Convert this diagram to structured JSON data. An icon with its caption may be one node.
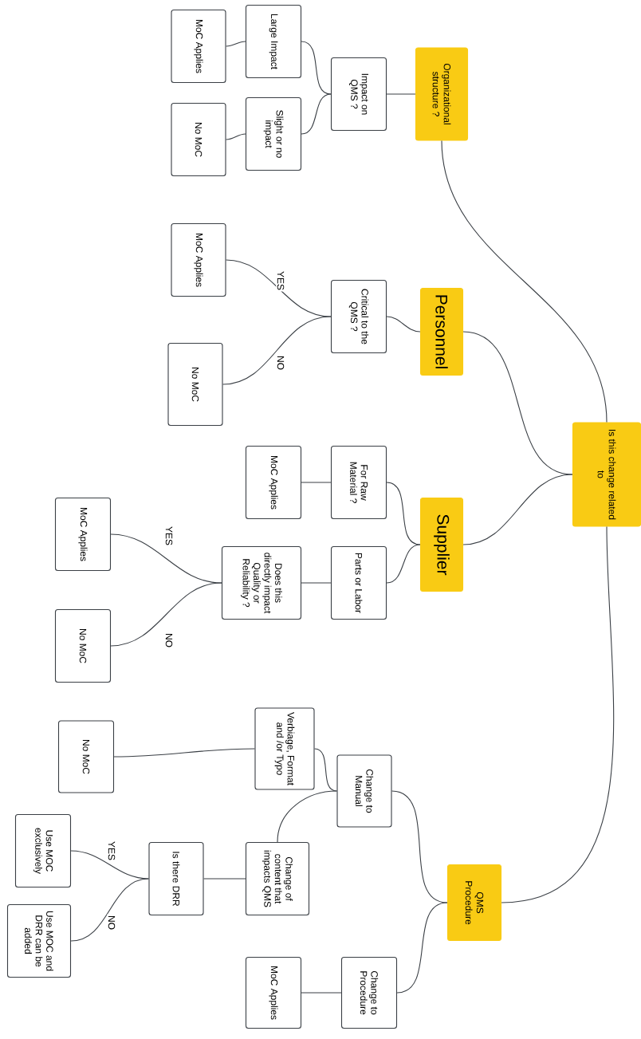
{
  "diagram": {
    "nodes": [
      {
        "text": [
          "Is this change related to"
        ]
      },
      {
        "text": [
          "Organizational structure ?"
        ]
      },
      {
        "text": [
          "Impact on QMS ?"
        ]
      },
      {
        "text": [
          "Large Impact"
        ]
      },
      {
        "text": [
          "MoC Applies"
        ]
      },
      {
        "text": [
          "Slight or no impact"
        ]
      },
      {
        "text": [
          "No MoC"
        ]
      },
      {
        "text": [
          "Personnel"
        ]
      },
      {
        "text": [
          "Critical to the QMS ?"
        ]
      },
      {
        "text": [
          "MoC Applies"
        ]
      },
      {
        "text": [
          "No MoC"
        ]
      },
      {
        "text": [
          "Supplier"
        ]
      },
      {
        "text": [
          "For Raw Material ?"
        ]
      },
      {
        "text": [
          "MoC Applies"
        ]
      },
      {
        "text": [
          "Parts or Labor"
        ]
      },
      {
        "text": [
          "Does this directly impact Quality or Reliability ?"
        ]
      },
      {
        "text": [
          "MoC Applies"
        ]
      },
      {
        "text": [
          "No MoC"
        ]
      },
      {
        "text": [
          "QMS Procedure"
        ]
      },
      {
        "text": [
          "Change to Manual"
        ]
      },
      {
        "text": [
          "Verbiage, Format and /or Typo"
        ]
      },
      {
        "text": [
          "No MoC"
        ]
      },
      {
        "text": [
          "Change of content that impacts QMS"
        ]
      },
      {
        "text": [
          "Is there DRR"
        ]
      },
      {
        "text": [
          "Use MOC exclusively"
        ]
      },
      {
        "text": [
          "Use MOC and DRR can be added"
        ]
      },
      {
        "text": [
          "Change to Procedure"
        ]
      },
      {
        "text": [
          "MoC Applies"
        ]
      }
    ],
    "edges": [
      {
        "from": 0,
        "to": 1,
        "arrow": "none"
      },
      {
        "from": 0,
        "to": 7,
        "arrow": "none"
      },
      {
        "from": 0,
        "to": 11,
        "arrow": "none"
      },
      {
        "from": 0,
        "to": 18,
        "arrow": "none"
      },
      {
        "from": 1,
        "to": 2,
        "arrow": "none"
      },
      {
        "from": 2,
        "to": 3,
        "arrow": "none"
      },
      {
        "from": 2,
        "to": 5,
        "arrow": "none"
      },
      {
        "from": 3,
        "to": 4,
        "arrow": "none"
      },
      {
        "from": 5,
        "to": 6,
        "arrow": "none"
      },
      {
        "from": 7,
        "to": 8,
        "arrow": "none"
      },
      {
        "from": 8,
        "to": 9,
        "arrow": "none",
        "label": "YES"
      },
      {
        "from": 8,
        "to": 10,
        "arrow": "none",
        "label": "NO"
      },
      {
        "from": 11,
        "to": 12,
        "arrow": "none"
      },
      {
        "from": 11,
        "to": 14,
        "arrow": "none"
      },
      {
        "from": 12,
        "to": 13,
        "arrow": "none"
      },
      {
        "from": 14,
        "to": 15,
        "arrow": "none"
      },
      {
        "from": 15,
        "to": 16,
        "arrow": "none",
        "label": "YES"
      },
      {
        "from": 15,
        "to": 17,
        "arrow": "none",
        "label": "NO"
      },
      {
        "from": 18,
        "to": 19,
        "arrow": "none"
      },
      {
        "from": 18,
        "to": 26,
        "arrow": "none"
      },
      {
        "from": 19,
        "to": 20,
        "arrow": "none"
      },
      {
        "from": 19,
        "to": 22,
        "arrow": "none"
      },
      {
        "from": 20,
        "to": 21,
        "arrow": "none"
      },
      {
        "from": 22,
        "to": 23,
        "arrow": "none"
      },
      {
        "from": 23,
        "to": 24,
        "arrow": "none",
        "label": "YES"
      },
      {
        "from": 23,
        "to": 25,
        "arrow": "none",
        "label": "NO"
      },
      {
        "from": 26,
        "to": 27,
        "arrow": "none"
      }
    ]
  }
}
